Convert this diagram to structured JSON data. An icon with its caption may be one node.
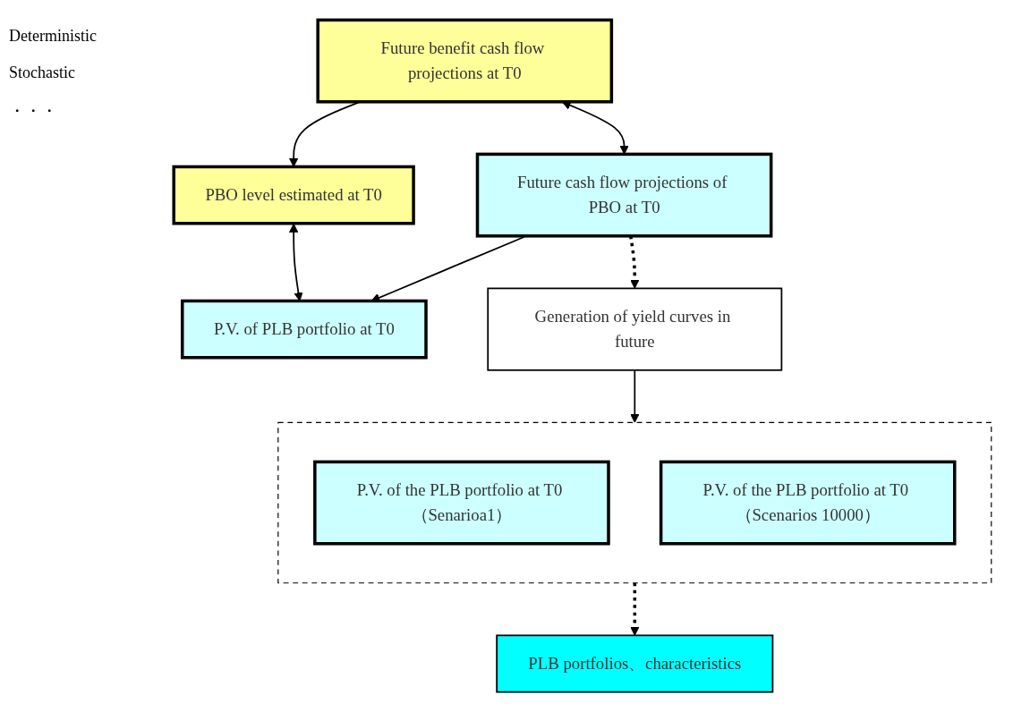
{
  "diagram": {
    "nodes": [
      {
        "text": [
          "Future benefit cash flow projections at T0"
        ]
      },
      {
        "text": [
          "PBO level estimated at T0"
        ]
      },
      {
        "text": [
          "Future cash flow projections of PBO at T0"
        ]
      },
      {
        "text": [
          "P.V. of PLB portfolio at T0"
        ]
      },
      {
        "text": [
          "Generation of yield curves in future"
        ]
      },
      {
        "text": [],
        "shape": "box"
      },
      {
        "text": [
          "P.V. of the PLB portfolio at T0 （Senarioa1）"
        ],
        "in": 5
      },
      {
        "text": [
          "P.V. of the PLB portfolio at T0 （Scenarios 10000）"
        ],
        "in": 5
      },
      {
        "text": [
          "PLB portfolios、characteristics"
        ]
      }
    ],
    "edges": [
      {
        "from": 0,
        "to": 1,
        "arrow": "to"
      },
      {
        "from": 0,
        "to": 2,
        "arrow": "both"
      },
      {
        "from": 1,
        "to": 3,
        "arrow": "both"
      },
      {
        "from": 2,
        "to": 3,
        "arrow": "to"
      },
      {
        "from": 2,
        "to": 4,
        "arrow": "to",
        "style": "dashed"
      },
      {
        "from": 4,
        "to": 5,
        "arrow": "to"
      },
      {
        "from": 5,
        "to": 8,
        "arrow": "to",
        "style": "dashed"
      }
    ],
    "labels": [
      "Deterministic",
      "Stochastic",
      "・・・"
    ]
  }
}
